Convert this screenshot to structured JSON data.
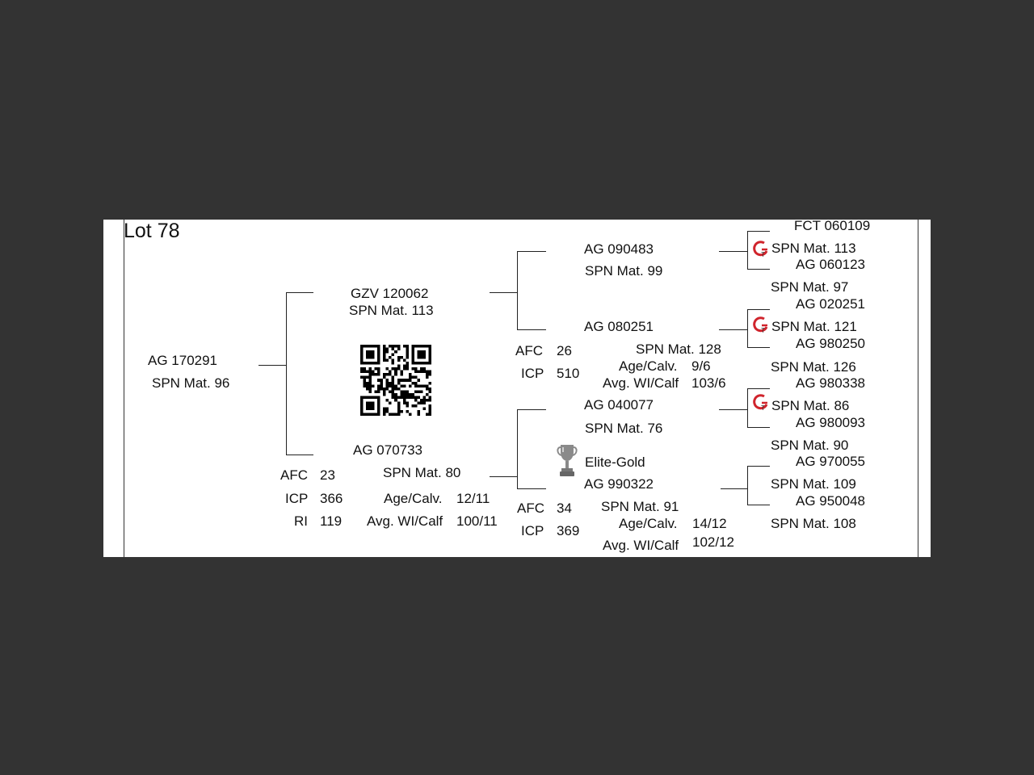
{
  "lot": "Lot 78",
  "subject": {
    "id": "AG  170291",
    "spn": "SPN Mat. 96"
  },
  "sire": {
    "id": "GZV 120062",
    "spn": "SPN Mat. 113"
  },
  "dam": {
    "id": "AG  070733",
    "spn": "SPN Mat. 80",
    "afc_label": "AFC",
    "afc": "23",
    "icp_label": "ICP",
    "icp": "366",
    "ri_label": "RI",
    "ri": "119",
    "age_label": "Age/Calv.",
    "age": "12/11",
    "avg_label": "Avg. WI/Calf",
    "avg": "100/11"
  },
  "sire_sire": {
    "id": "AG  090483",
    "spn": "SPN Mat. 99"
  },
  "sire_dam": {
    "id": "AG  080251",
    "spn": "SPN Mat. 128",
    "afc_label": "AFC",
    "afc": "26",
    "icp_label": "ICP",
    "icp": "510",
    "age_label": "Age/Calv.",
    "age": "9/6",
    "avg_label": "Avg. WI/Calf",
    "avg": "103/6"
  },
  "dam_sire": {
    "id": "AG  040077",
    "spn": "SPN Mat. 76"
  },
  "dam_dam": {
    "award": "Elite-Gold",
    "id": "AG  990322",
    "spn": "SPN Mat. 91",
    "afc_label": "AFC",
    "afc": "34",
    "icp_label": "ICP",
    "icp": "369",
    "age_label": "Age/Calv.",
    "age": "14/12",
    "avg_label": "Avg. WI/Calf",
    "avg": "102/12"
  },
  "gen3": [
    {
      "id": "FCT 060109",
      "spn": "SPN Mat. 113"
    },
    {
      "id": "AG  060123",
      "spn": "SPN Mat. 97"
    },
    {
      "id": "AG  020251",
      "spn": "SPN Mat. 121"
    },
    {
      "id": "AG  980250",
      "spn": "SPN Mat. 126"
    },
    {
      "id": "AG  980338",
      "spn": "SPN Mat. 86"
    },
    {
      "id": "AG  980093",
      "spn": "SPN Mat. 90"
    },
    {
      "id": "AG  970055",
      "spn": "SPN Mat. 109"
    },
    {
      "id": "AG  950048",
      "spn": "SPN Mat. 108"
    }
  ],
  "icons": {
    "qr": "qr-code-icon",
    "gt": "gt-logo-icon",
    "trophy": "trophy-icon"
  },
  "colors": {
    "background": "#333333",
    "sheet": "#ffffff",
    "logo_red": "#d0242c"
  }
}
